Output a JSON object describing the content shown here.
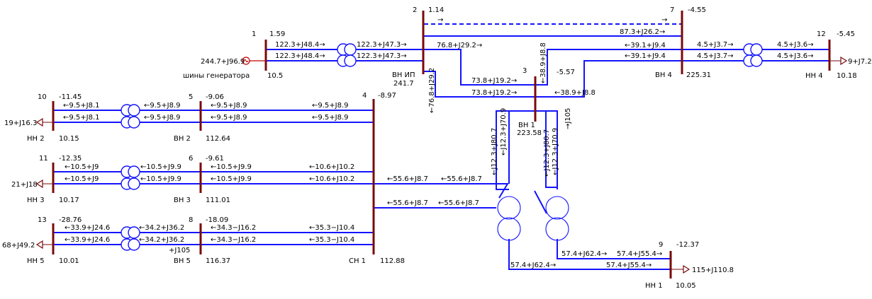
{
  "nodes": [
    {
      "id": "1",
      "number": "1",
      "angle": "1.59",
      "voltage": "10.5",
      "name": "шины генератора"
    },
    {
      "id": "2",
      "number": "2",
      "angle": "1.14",
      "voltage": "241.7",
      "name": "ВН ИП"
    },
    {
      "id": "3",
      "number": "3",
      "angle": "-5.57",
      "voltage": "223.58",
      "name": "ВН 1"
    },
    {
      "id": "4",
      "number": "4",
      "angle": "-8.97",
      "voltage": "112.88",
      "name": "СН 1"
    },
    {
      "id": "5",
      "number": "5",
      "angle": "-9.06",
      "voltage": "112.64",
      "name": "ВН 2"
    },
    {
      "id": "6",
      "number": "6",
      "angle": "-9.61",
      "voltage": "111.01",
      "name": "ВН 3"
    },
    {
      "id": "7",
      "number": "7",
      "angle": "-4.55",
      "voltage": "225.31",
      "name": "ВН 4"
    },
    {
      "id": "8",
      "number": "8",
      "angle": "-18.09",
      "voltage": "116.37",
      "name": "ВН 5"
    },
    {
      "id": "9",
      "number": "9",
      "angle": "-12.37",
      "voltage": "10.05",
      "name": "НН 1"
    },
    {
      "id": "10",
      "number": "10",
      "angle": "-11.45",
      "voltage": "10.15",
      "name": "НН 2"
    },
    {
      "id": "11",
      "number": "11",
      "angle": "-12.35",
      "voltage": "10.17",
      "name": "НН 3"
    },
    {
      "id": "12",
      "number": "12",
      "angle": "-5.45",
      "voltage": "10.18",
      "name": "НН 4"
    },
    {
      "id": "13",
      "number": "13",
      "angle": "-28.76",
      "voltage": "10.01",
      "name": "НН 5"
    }
  ],
  "generator": {
    "power": "244.7+J96.9"
  },
  "loads": {
    "nn1": "115+J110.8",
    "nn2": "19+J16.3",
    "nn3": "21+J18",
    "nn4": "9+J7.2",
    "nn5": "68+J49.2"
  },
  "flows": {
    "gen_t1_a": "122.3+J48.4→",
    "gen_t1_b": "122.3+J48.4→",
    "gen_t1_c": "122.3+J47.3→",
    "gen_t1_d": "122.3+J47.3→",
    "l27_dash": "→",
    "l27_dash2": "→",
    "l27": "87.3+J26.2→",
    "l23": "76.8+J29.2→",
    "l23_v": "←76.8+J29.2",
    "l23_b": "73.8+J19.2→",
    "l23_c": "73.8+J19.2→",
    "l73_a": "←39.1+J9.4",
    "l73_b": "←39.1+J9.4",
    "l73_v": "←38.9+J8.8",
    "l73_c": "←38.9+J8.8",
    "t4_a": "4.5+J3.7→",
    "t4_b": "4.5+J3.7→",
    "t4_c": "4.5+J3.6→",
    "t4_d": "4.5+J3.6→",
    "t1_v1": "←J12.3+J80.7",
    "t1_v2": "←J12.3+J70.9",
    "t1_v3": "←J12.3+J80.7",
    "t1_v4": "←J12.3+J70.9",
    "t1_v5": "→J105",
    "l45_a": "←9.5+J8.9",
    "l45_b": "←9.5+J8.9",
    "l5_a": "←9.5+J8.9",
    "l5_b": "←9.5+J8.9",
    "t2_a": "←9.5+J8.1",
    "t2_b": "←9.5+J8.1",
    "l46_a": "←10.6+J10.2",
    "l46_b": "←10.6+J10.2",
    "l6_a": "←10.5+J9.9",
    "l6_b": "←10.5+J9.9",
    "t3_v_a": "←10.5+J9.9",
    "t3_v_b": "←10.5+J9.9",
    "t3_a": "←10.5+J9",
    "t3_b": "←10.5+J9",
    "sn_a": "←55.6+J8.7",
    "sn_b": "←55.6+J8.7",
    "sn_c": "←55.6+J8.7",
    "sn_d": "←55.6+J8.7",
    "l48_a": "←35.3−J10.4",
    "l48_b": "←35.3−J10.4",
    "l8_a": "←34.3−J16.2",
    "l8_b": "←34.3−J16.2",
    "t5_v_a": "←34.2+J36.2",
    "t5_v_b": "←34.2+J36.2",
    "t5_a": "←33.9+J24.6",
    "t5_b": "←33.9+J24.6",
    "t5_q": "+J105",
    "nn1_a": "57.4+J62.4→",
    "nn1_b": "57.4+J55.4→",
    "nn1_c": "57.4+J62.4→",
    "nn1_d": "57.4+J55.4→"
  },
  "colors": {
    "line": "#1414ff",
    "bus": "#7a0a0a",
    "generator": "#c00000",
    "text": "#000000"
  },
  "icons": [
    "generator-icon",
    "transformer-icon",
    "load-arrow-icon"
  ]
}
